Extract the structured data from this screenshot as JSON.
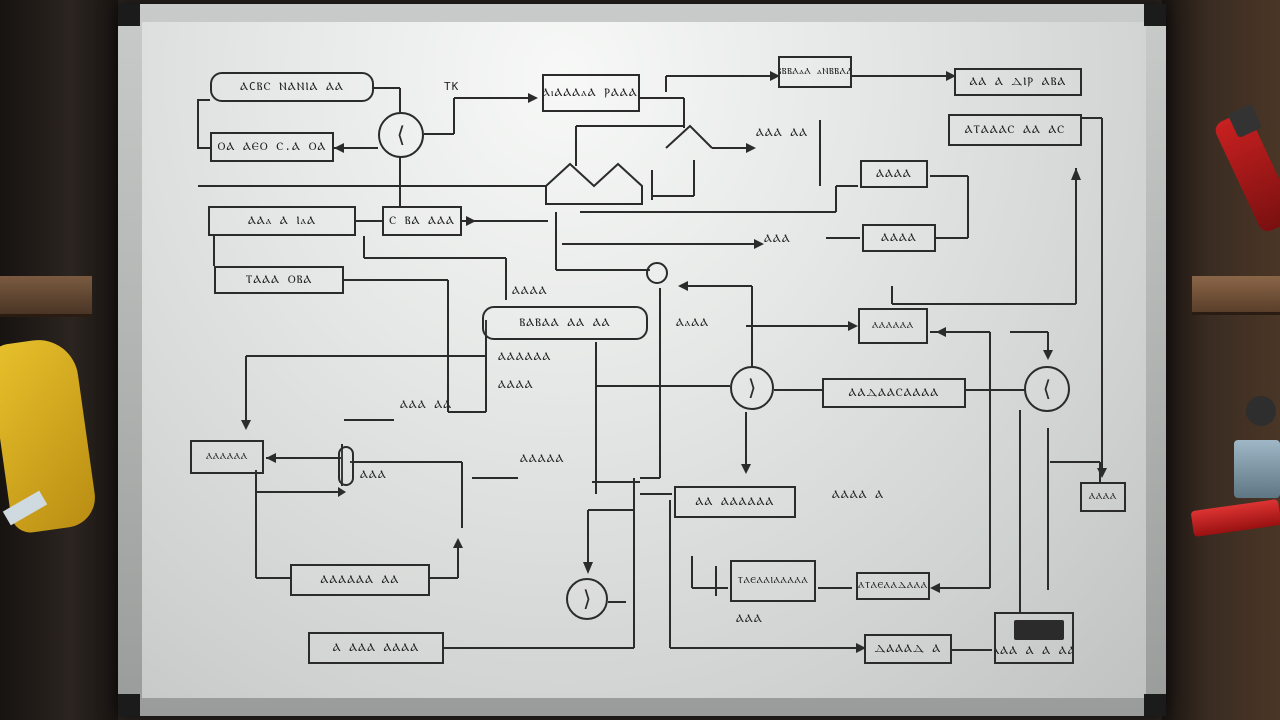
{
  "scene": {
    "description_free": true
  },
  "board_labels": {
    "b1": "ⲀCⲂⲤ ⲚⲀⲚⲒⲀ ⲀⲀ",
    "b2": "ⲞⲀ ⲀⲈⲞ Ⲥ.Ⲁ ⲞⲀ",
    "b3": "ⲦⲦⲀⲓⲀⲀⲀⲁⲀ ⲢⲀⲀⲀⲀⲀ",
    "b4": "ⲂⲂⲂⲀⲁⲀ ⲁⲚⲂⲂⲀⲀ",
    "b5": "ⲀⲀ Ⲁ ⲆⲒⲢ ⲀⲂⲀ",
    "b6": "ⲀⲦⲀⲀⲀⲤ ⲀⲀ ⲀⲤ",
    "b7": "ⲦⲀⲈⲀⲀⲒⲀⲀⲀⲀⲀ",
    "b8": "ⲀⲦⲀⲈⲀⲀⲆⲀⲀⲀ",
    "b9": "ⲀⲀⲁ Ⲁ ⲒⲁⲀ",
    "b10": "Ⲥ ⲂⲀ ⲀⲀⲀ",
    "b11": "ⲦⲀⲀⲀ ⲞⲂⲀ",
    "b12": "ⲂⲀⲂⲀⲀ ⲀⲀ ⲀⲀ",
    "b13": "ⲀⲀⲆⲀⲀⲤⲀⲀⲀⲀ",
    "b14": "ⲀⲀ ⲀⲀⲀⲀⲀⲀ",
    "b15": "ⲀⲀⲀⲀ",
    "b16": "ⲀⲀⲀⲀ",
    "b17": "ⲀⲀⲀⲀⲀⲀ ⲀⲀ",
    "b18": "Ⲁ ⲀⲀⲀ ⲀⲀⲀⲀ",
    "b19": "ⲆⲀⲀⲀⲆ Ⲁ",
    "b20": "ⲀⲀⲀ Ⲁ Ⲁ ⲀⲀ",
    "b21": "ⲀⲀⲀⲀⲀⲀ",
    "b22": "ⲀⲀⲀⲀⲀⲀ",
    "b23": "ⲀⲀⲀⲀ"
  },
  "scrawls": {
    "s1": "TK",
    "s2": "ⲀⲀⲀ ⲀⲀ",
    "s3": "ⲀⲀⲀ",
    "s4": "ⲀⲀⲀⲀ",
    "s5": "ⲀⲁⲀⲀ",
    "s6": "ⲀⲀⲀⲀⲀⲀ",
    "s7": "ⲀⲀⲀⲀ",
    "s8": "ⲀⲀⲀ ⲀⲀ",
    "s9": "ⲀⲀⲀⲀⲀ",
    "s10": "ⲀⲀⲀ",
    "s11": "ⲀⲀⲀⲀ Ⲁ",
    "s12": "ⲀⲀⲀ"
  }
}
